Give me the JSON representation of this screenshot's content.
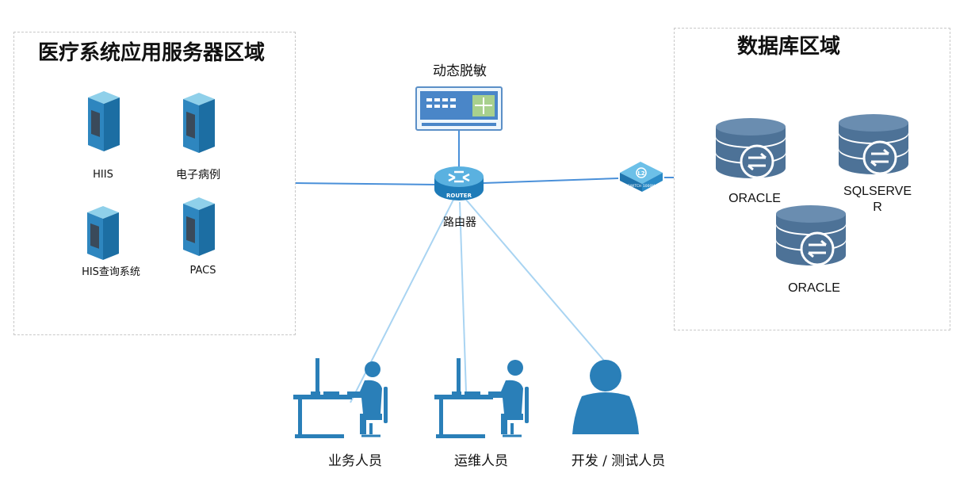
{
  "zones": {
    "app": {
      "title": "医疗系统应用服务器区域"
    },
    "db": {
      "title": "数据库区域"
    }
  },
  "servers": [
    {
      "id": "hiis",
      "label": "HIIS"
    },
    {
      "id": "emr",
      "label": "电子病例"
    },
    {
      "id": "his-query",
      "label": "HIS查询系统"
    },
    {
      "id": "pacs",
      "label": "PACS"
    }
  ],
  "masking": {
    "label": "动态脱敏"
  },
  "router": {
    "label": "路由器",
    "badge": "ROUTER"
  },
  "switch": {
    "badge_l2": "L2",
    "badge_text": "SWITCH  1000M"
  },
  "databases": [
    {
      "id": "oracle-1",
      "label": "ORACLE"
    },
    {
      "id": "sqlserver",
      "label": "SQLSERVE\nR"
    },
    {
      "id": "oracle-2",
      "label": "ORACLE"
    }
  ],
  "users": [
    {
      "id": "business",
      "label": "业务人员"
    },
    {
      "id": "ops",
      "label": "运维人员"
    },
    {
      "id": "dev-test",
      "label": "开发 / 测试人员"
    }
  ],
  "colors": {
    "link": "#4a90d9",
    "link_light": "#a9d4f2",
    "server": "#2f8fc4",
    "db": "#4d7297",
    "person": "#2a7fb8"
  }
}
